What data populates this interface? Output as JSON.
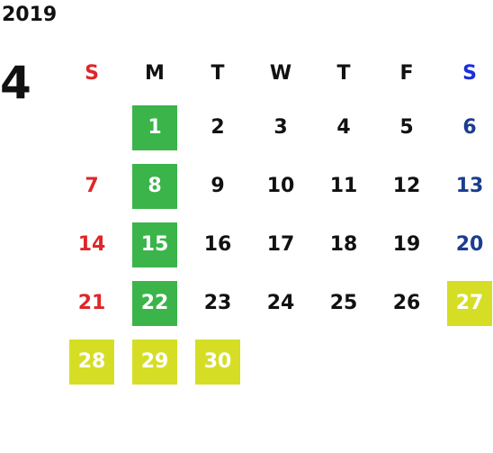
{
  "year": "2019",
  "month": "4",
  "weekdays": [
    "S",
    "M",
    "T",
    "W",
    "T",
    "F",
    "S"
  ],
  "colors": {
    "sunday": "#e0262a",
    "saturday": "#1a3d8f",
    "saturday_header": "#1a2ee0",
    "highlight_green": "#3bb44a",
    "highlight_yellow": "#d5de25"
  },
  "weeks": [
    [
      "",
      "1",
      "2",
      "3",
      "4",
      "5",
      "6"
    ],
    [
      "7",
      "8",
      "9",
      "10",
      "11",
      "12",
      "13"
    ],
    [
      "14",
      "15",
      "16",
      "17",
      "18",
      "19",
      "20"
    ],
    [
      "21",
      "22",
      "23",
      "24",
      "25",
      "26",
      "27"
    ],
    [
      "28",
      "29",
      "30",
      "",
      "",
      "",
      ""
    ]
  ]
}
